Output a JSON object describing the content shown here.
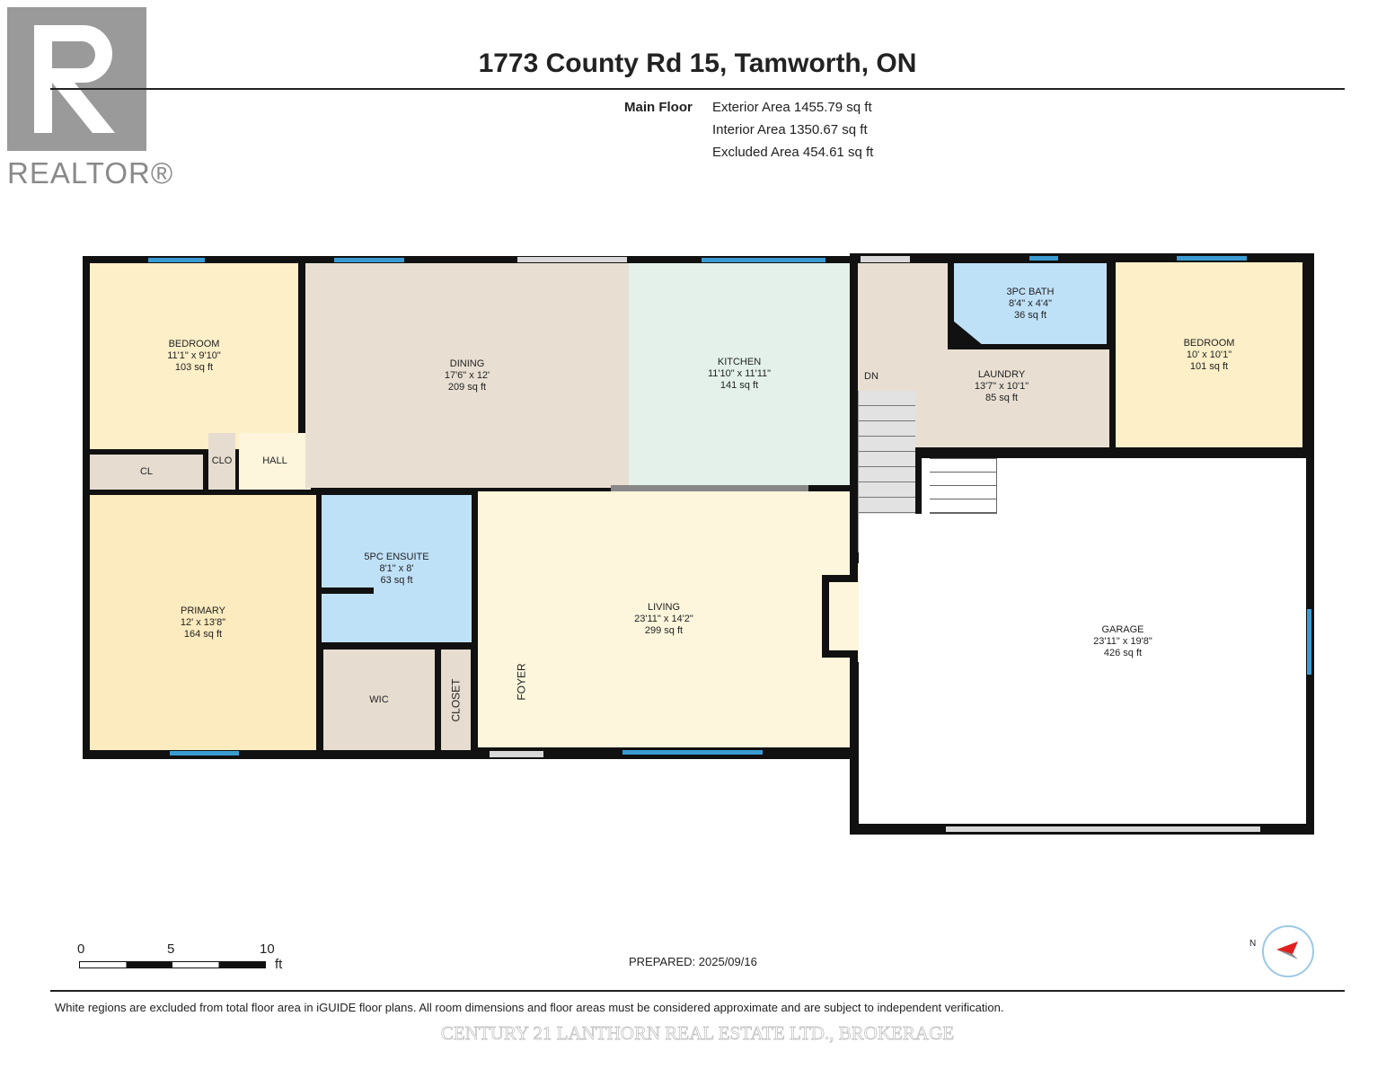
{
  "logo": {
    "text": "REALTOR®"
  },
  "title": "1773 County Rd 15, Tamworth, ON",
  "summary": {
    "floor": "Main Floor",
    "exterior": "Exterior Area 1455.79 sq ft",
    "interior": "Interior Area 1350.67 sq ft",
    "excluded": "Excluded Area 454.61 sq ft"
  },
  "rooms": {
    "bedroom1": {
      "name": "BEDROOM",
      "dims": "11'1\" x 9'10\"",
      "area": "103 sq ft"
    },
    "dining": {
      "name": "DINING",
      "dims": "17'6\" x 12'",
      "area": "209 sq ft"
    },
    "kitchen": {
      "name": "KITCHEN",
      "dims": "11'10\" x 11'11\"",
      "area": "141 sq ft"
    },
    "bath3": {
      "name": "3PC BATH",
      "dims": "8'4\" x 4'4\"",
      "area": "36 sq ft"
    },
    "bedroom2": {
      "name": "BEDROOM",
      "dims": "10' x 10'1\"",
      "area": "101 sq ft"
    },
    "laundry": {
      "name": "LAUNDRY",
      "dims": "13'7\" x 10'1\"",
      "area": "85 sq ft"
    },
    "ensuite": {
      "name": "5PC ENSUITE",
      "dims": "8'1\" x 8'",
      "area": "63 sq ft"
    },
    "primary": {
      "name": "PRIMARY",
      "dims": "12' x 13'8\"",
      "area": "164 sq ft"
    },
    "living": {
      "name": "LIVING",
      "dims": "23'11\" x 14'2\"",
      "area": "299 sq ft"
    },
    "garage": {
      "name": "GARAGE",
      "dims": "23'11\" x 19'8\"",
      "area": "426 sq ft"
    },
    "cl": {
      "name": "CL"
    },
    "clo": {
      "name": "CLO"
    },
    "hall": {
      "name": "HALL"
    },
    "wic": {
      "name": "WIC"
    },
    "closet": {
      "name": "CLOSET"
    },
    "foyer": {
      "name": "FOYER"
    },
    "dn": {
      "name": "DN"
    }
  },
  "scale": {
    "t0": "0",
    "t5": "5",
    "t10": "10",
    "unit": "ft"
  },
  "prepared": "PREPARED: 2025/09/16",
  "compass": {
    "label": "N"
  },
  "disclaimer": "White regions are excluded from total floor area in iGUIDE floor plans. All room dimensions and floor areas must be considered approximate and are subject to independent verification.",
  "watermark": "CENTURY 21 LANTHORN REAL ESTATE LTD., BROKERAGE"
}
